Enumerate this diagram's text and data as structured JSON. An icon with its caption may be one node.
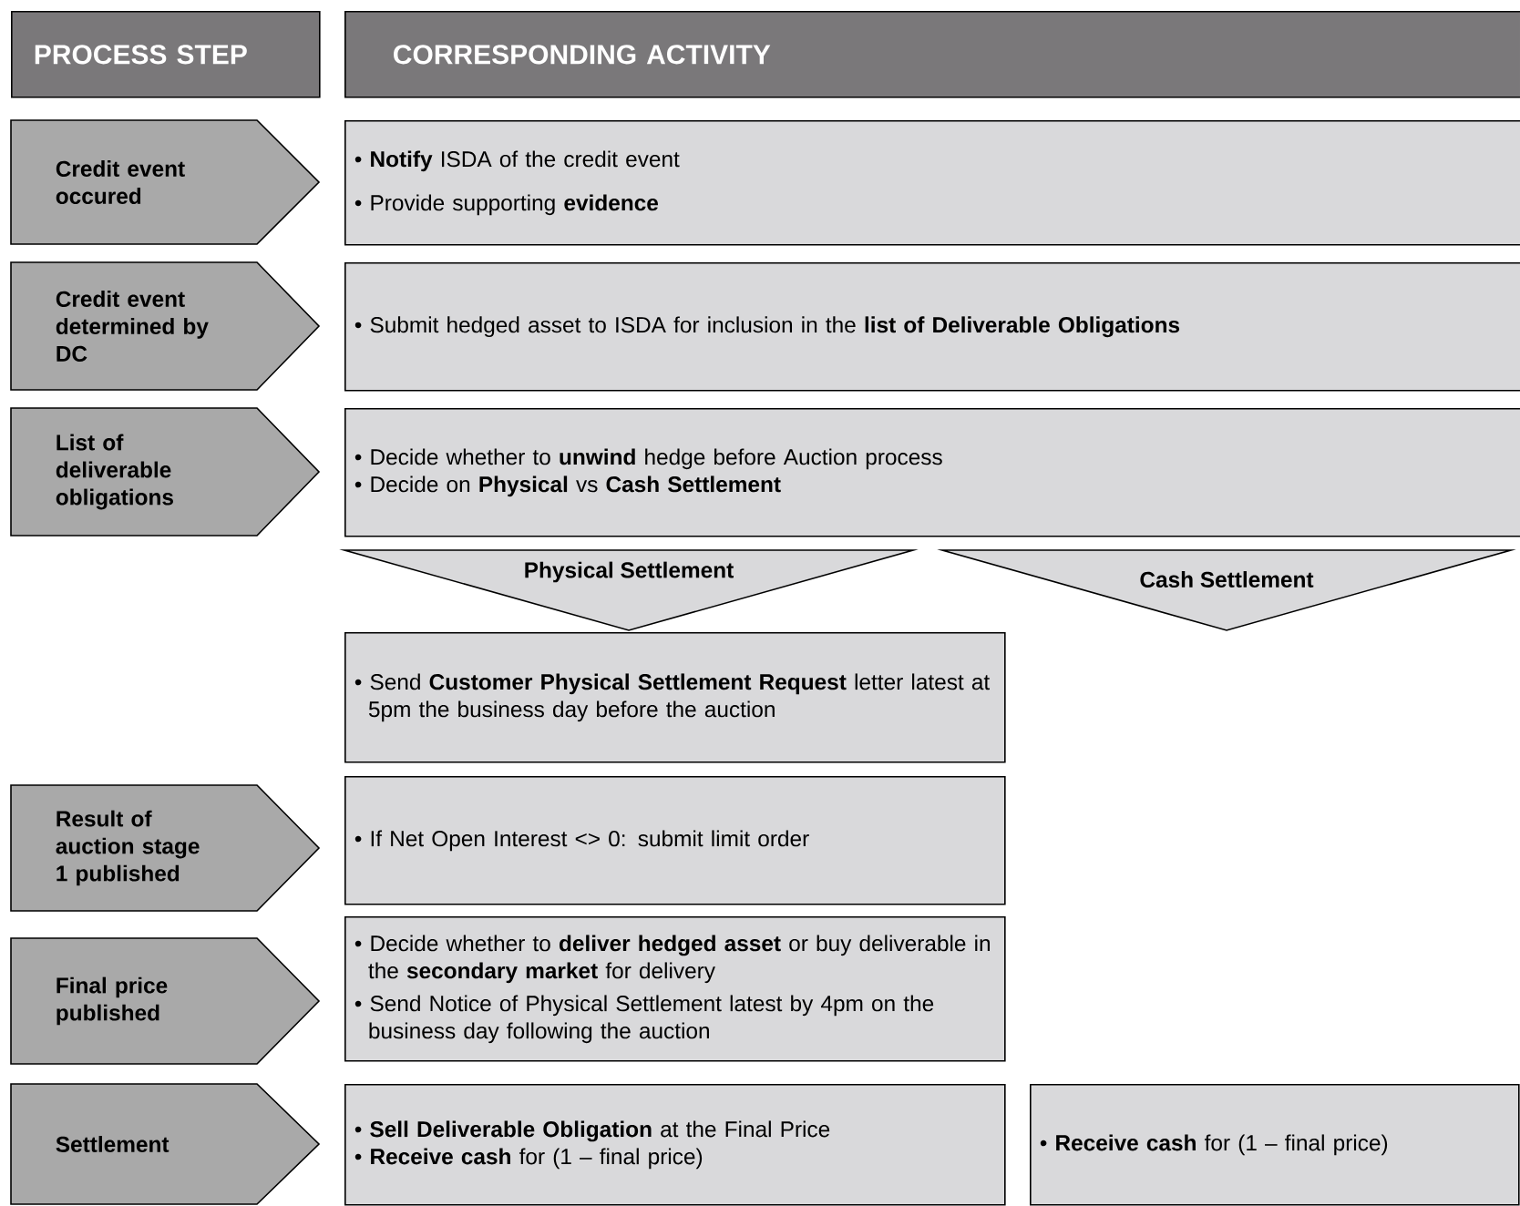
{
  "diagram": {
    "nodes": [
      {
        "text": [
          "PROCESS STEP"
        ]
      },
      {
        "text": [
          "CORRESPONDING ACTIVITY"
        ]
      },
      {
        "text": [
          "Credit event occured"
        ]
      },
      {
        "text": [
          "• **Notify** ISDA of the credit event",
          "• Provide supporting **evidence**"
        ]
      },
      {
        "text": [
          "Credit event determined by DC"
        ]
      },
      {
        "text": [
          "• Submit hedged asset to ISDA for inclusion in the **list of Deliverable Obligations**"
        ]
      },
      {
        "text": [
          "List of deliverable obligations"
        ]
      },
      {
        "text": [
          "• Decide whether to **unwind** hedge before Auction process",
          "• Decide on **Physical** vs **Cash Settlement**"
        ]
      },
      {
        "text": [
          "Physical Settlement"
        ]
      },
      {
        "text": [
          "Cash Settlement"
        ]
      },
      {
        "text": [
          "• Send **Customer Physical Settlement Request** letter latest at 5pm the business day before the auction"
        ]
      },
      {
        "text": [
          "Result of auction stage 1 published"
        ]
      },
      {
        "text": [
          "• If Net Open Interest <> 0: submit limit order"
        ]
      },
      {
        "text": [
          "Final price published"
        ]
      },
      {
        "text": [
          "• Decide whether to **deliver hedged asset** or buy deliverable in the **secondary market** for delivery",
          "• Send Notice of Physical Settlement latest by 4pm on the business day following the auction"
        ]
      },
      {
        "text": [
          "Settlement"
        ]
      },
      {
        "text": [
          "• **Sell Deliverable Obligation** at the Final Price",
          "• **Receive cash** for (1 – final price)"
        ]
      },
      {
        "text": [
          "• **Receive cash** for (1 – final price)"
        ]
      }
    ]
  }
}
